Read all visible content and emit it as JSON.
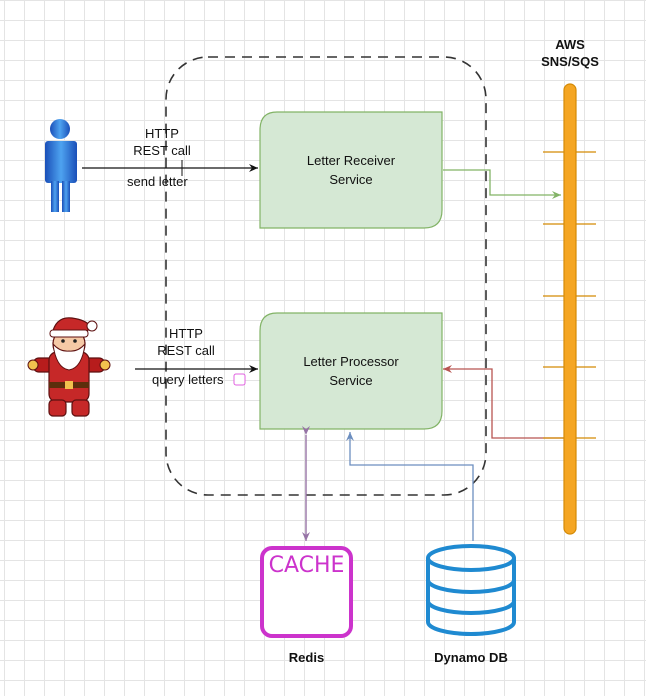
{
  "actors": {
    "user_call_line1": "HTTP",
    "user_call_line2": "REST call",
    "user_action": "send letter",
    "santa_call_line1": "HTTP",
    "santa_call_line2": "REST call",
    "santa_action": "query letters"
  },
  "services": {
    "receiver_line1": "Letter Receiver",
    "receiver_line2": "Service",
    "processor_line1": "Letter Processor",
    "processor_line2": "Service"
  },
  "queue": {
    "title_line1": "AWS",
    "title_line2": "SNS/SQS"
  },
  "storage": {
    "cache_text": "CACHE",
    "cache_label": "Redis",
    "db_label": "Dynamo DB"
  },
  "colors": {
    "service_fill": "#d5e8d4",
    "service_stroke": "#82b366",
    "queue_fill": "#f5a623",
    "queue_stroke": "#d48a05",
    "cache_stroke": "#cc33cc",
    "db_stroke": "#1f8ad1",
    "arrow_green": "#82b366",
    "arrow_red": "#b85450",
    "arrow_purple": "#9673a6",
    "arrow_blue": "#6c8ebf"
  }
}
